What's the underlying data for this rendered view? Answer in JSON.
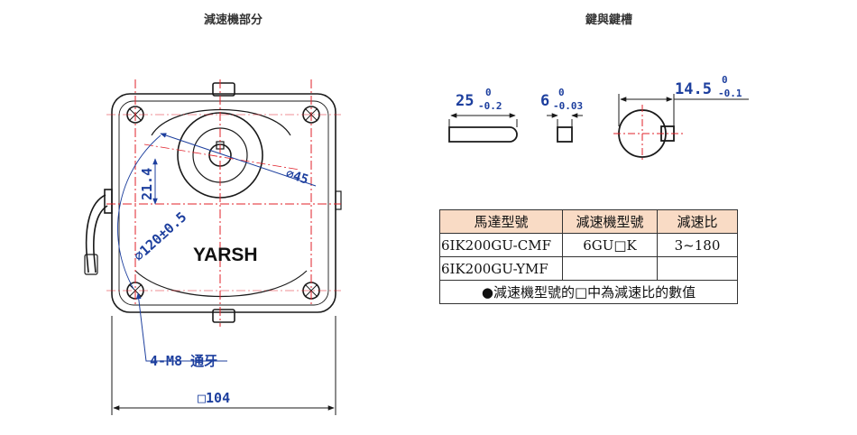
{
  "titles": {
    "left": "減速機部分",
    "right": "鍵與鍵槽"
  },
  "colors": {
    "dimension_text": "#1d3f9e",
    "center_line": "#e0202a",
    "drawing_line": "#1a1a1a",
    "table_header_bg": "#f9dbc5"
  },
  "gearbox": {
    "brand": "YARSH",
    "dim_height": "21.4",
    "dim_shaft_boss": "⌀45",
    "dim_pitch_circle": "⌀120±0.5",
    "dim_mount_holes": "4-M8 通牙",
    "dim_square": "□104"
  },
  "key": {
    "length_dim": "25",
    "length_tol_upper": "0",
    "length_tol_lower": "-0.2",
    "width_dim": "6",
    "width_tol_upper": "0",
    "width_tol_lower": "-0.03",
    "keyway_dim": "14.5",
    "keyway_tol_upper": "0",
    "keyway_tol_lower": "-0.1"
  },
  "table": {
    "headers": [
      "馬達型號",
      "減速機型號",
      "減速比"
    ],
    "rows": [
      [
        "6IK200GU-CMF",
        "6GU□K",
        "3~180"
      ],
      [
        "6IK200GU-YMF",
        "",
        ""
      ]
    ],
    "note": "●減速機型號的□中為減速比的數值"
  }
}
